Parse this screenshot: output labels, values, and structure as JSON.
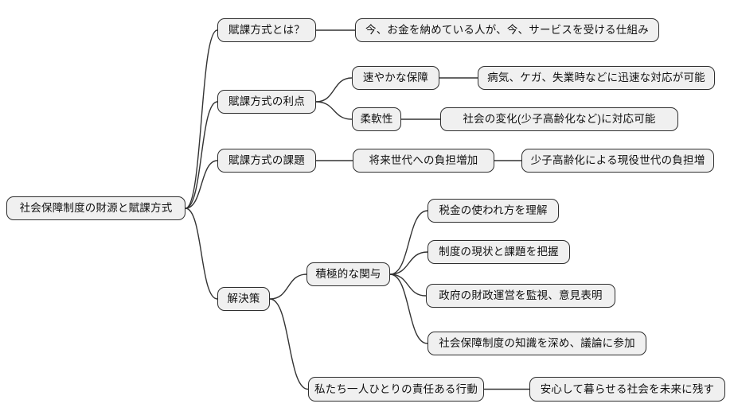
{
  "diagram": {
    "type": "mindmap",
    "title": "社会保障制度の財源と賦課方式",
    "background": "#ffffff",
    "node_fill": "#f0f0f0",
    "node_border_color": "#2e2e2e",
    "edge_color": "#333333",
    "text_color": "#111111"
  },
  "nodes": [
    {
      "id": "root",
      "label": "社会保障制度の財源と賦課方式"
    },
    {
      "id": "towa",
      "label": "賦課方式とは？"
    },
    {
      "id": "towa_leaf",
      "label": "今、お金を納めている人が、今、サービスを受ける仕組み"
    },
    {
      "id": "riten",
      "label": "賦課方式の利点"
    },
    {
      "id": "sumiyaka",
      "label": "速やかな保障"
    },
    {
      "id": "sumiyaka_leaf",
      "label": "病気、ケガ、失業時などに迅速な対応が可能"
    },
    {
      "id": "junan",
      "label": "柔軟性"
    },
    {
      "id": "junan_leaf",
      "label": "社会の変化(少子高齢化など)に対応可能"
    },
    {
      "id": "kadai",
      "label": "賦課方式の課題"
    },
    {
      "id": "kadai_mid",
      "label": "将来世代への負担増加"
    },
    {
      "id": "kadai_leaf",
      "label": "少子高齢化による現役世代の負担増"
    },
    {
      "id": "kaiketsu",
      "label": "解決策"
    },
    {
      "id": "sekkyoku",
      "label": "積極的な関与"
    },
    {
      "id": "s1",
      "label": "税金の使われ方を理解"
    },
    {
      "id": "s2",
      "label": "制度の現状と課題を把握"
    },
    {
      "id": "s3",
      "label": "政府の財政運営を監視、意見表明"
    },
    {
      "id": "s4",
      "label": "社会保障制度の知識を深め、議論に参加"
    },
    {
      "id": "watashi",
      "label": "私たち一人ひとりの責任ある行動"
    },
    {
      "id": "watashi_leaf",
      "label": "安心して暮らせる社会を未来に残す"
    }
  ],
  "edges": [
    [
      "root",
      "towa"
    ],
    [
      "towa",
      "towa_leaf"
    ],
    [
      "root",
      "riten"
    ],
    [
      "riten",
      "sumiyaka"
    ],
    [
      "sumiyaka",
      "sumiyaka_leaf"
    ],
    [
      "riten",
      "junan"
    ],
    [
      "junan",
      "junan_leaf"
    ],
    [
      "root",
      "kadai"
    ],
    [
      "kadai",
      "kadai_mid"
    ],
    [
      "kadai_mid",
      "kadai_leaf"
    ],
    [
      "root",
      "kaiketsu"
    ],
    [
      "kaiketsu",
      "sekkyoku"
    ],
    [
      "sekkyoku",
      "s1"
    ],
    [
      "sekkyoku",
      "s2"
    ],
    [
      "sekkyoku",
      "s3"
    ],
    [
      "sekkyoku",
      "s4"
    ],
    [
      "kaiketsu",
      "watashi"
    ],
    [
      "watashi",
      "watashi_leaf"
    ]
  ]
}
